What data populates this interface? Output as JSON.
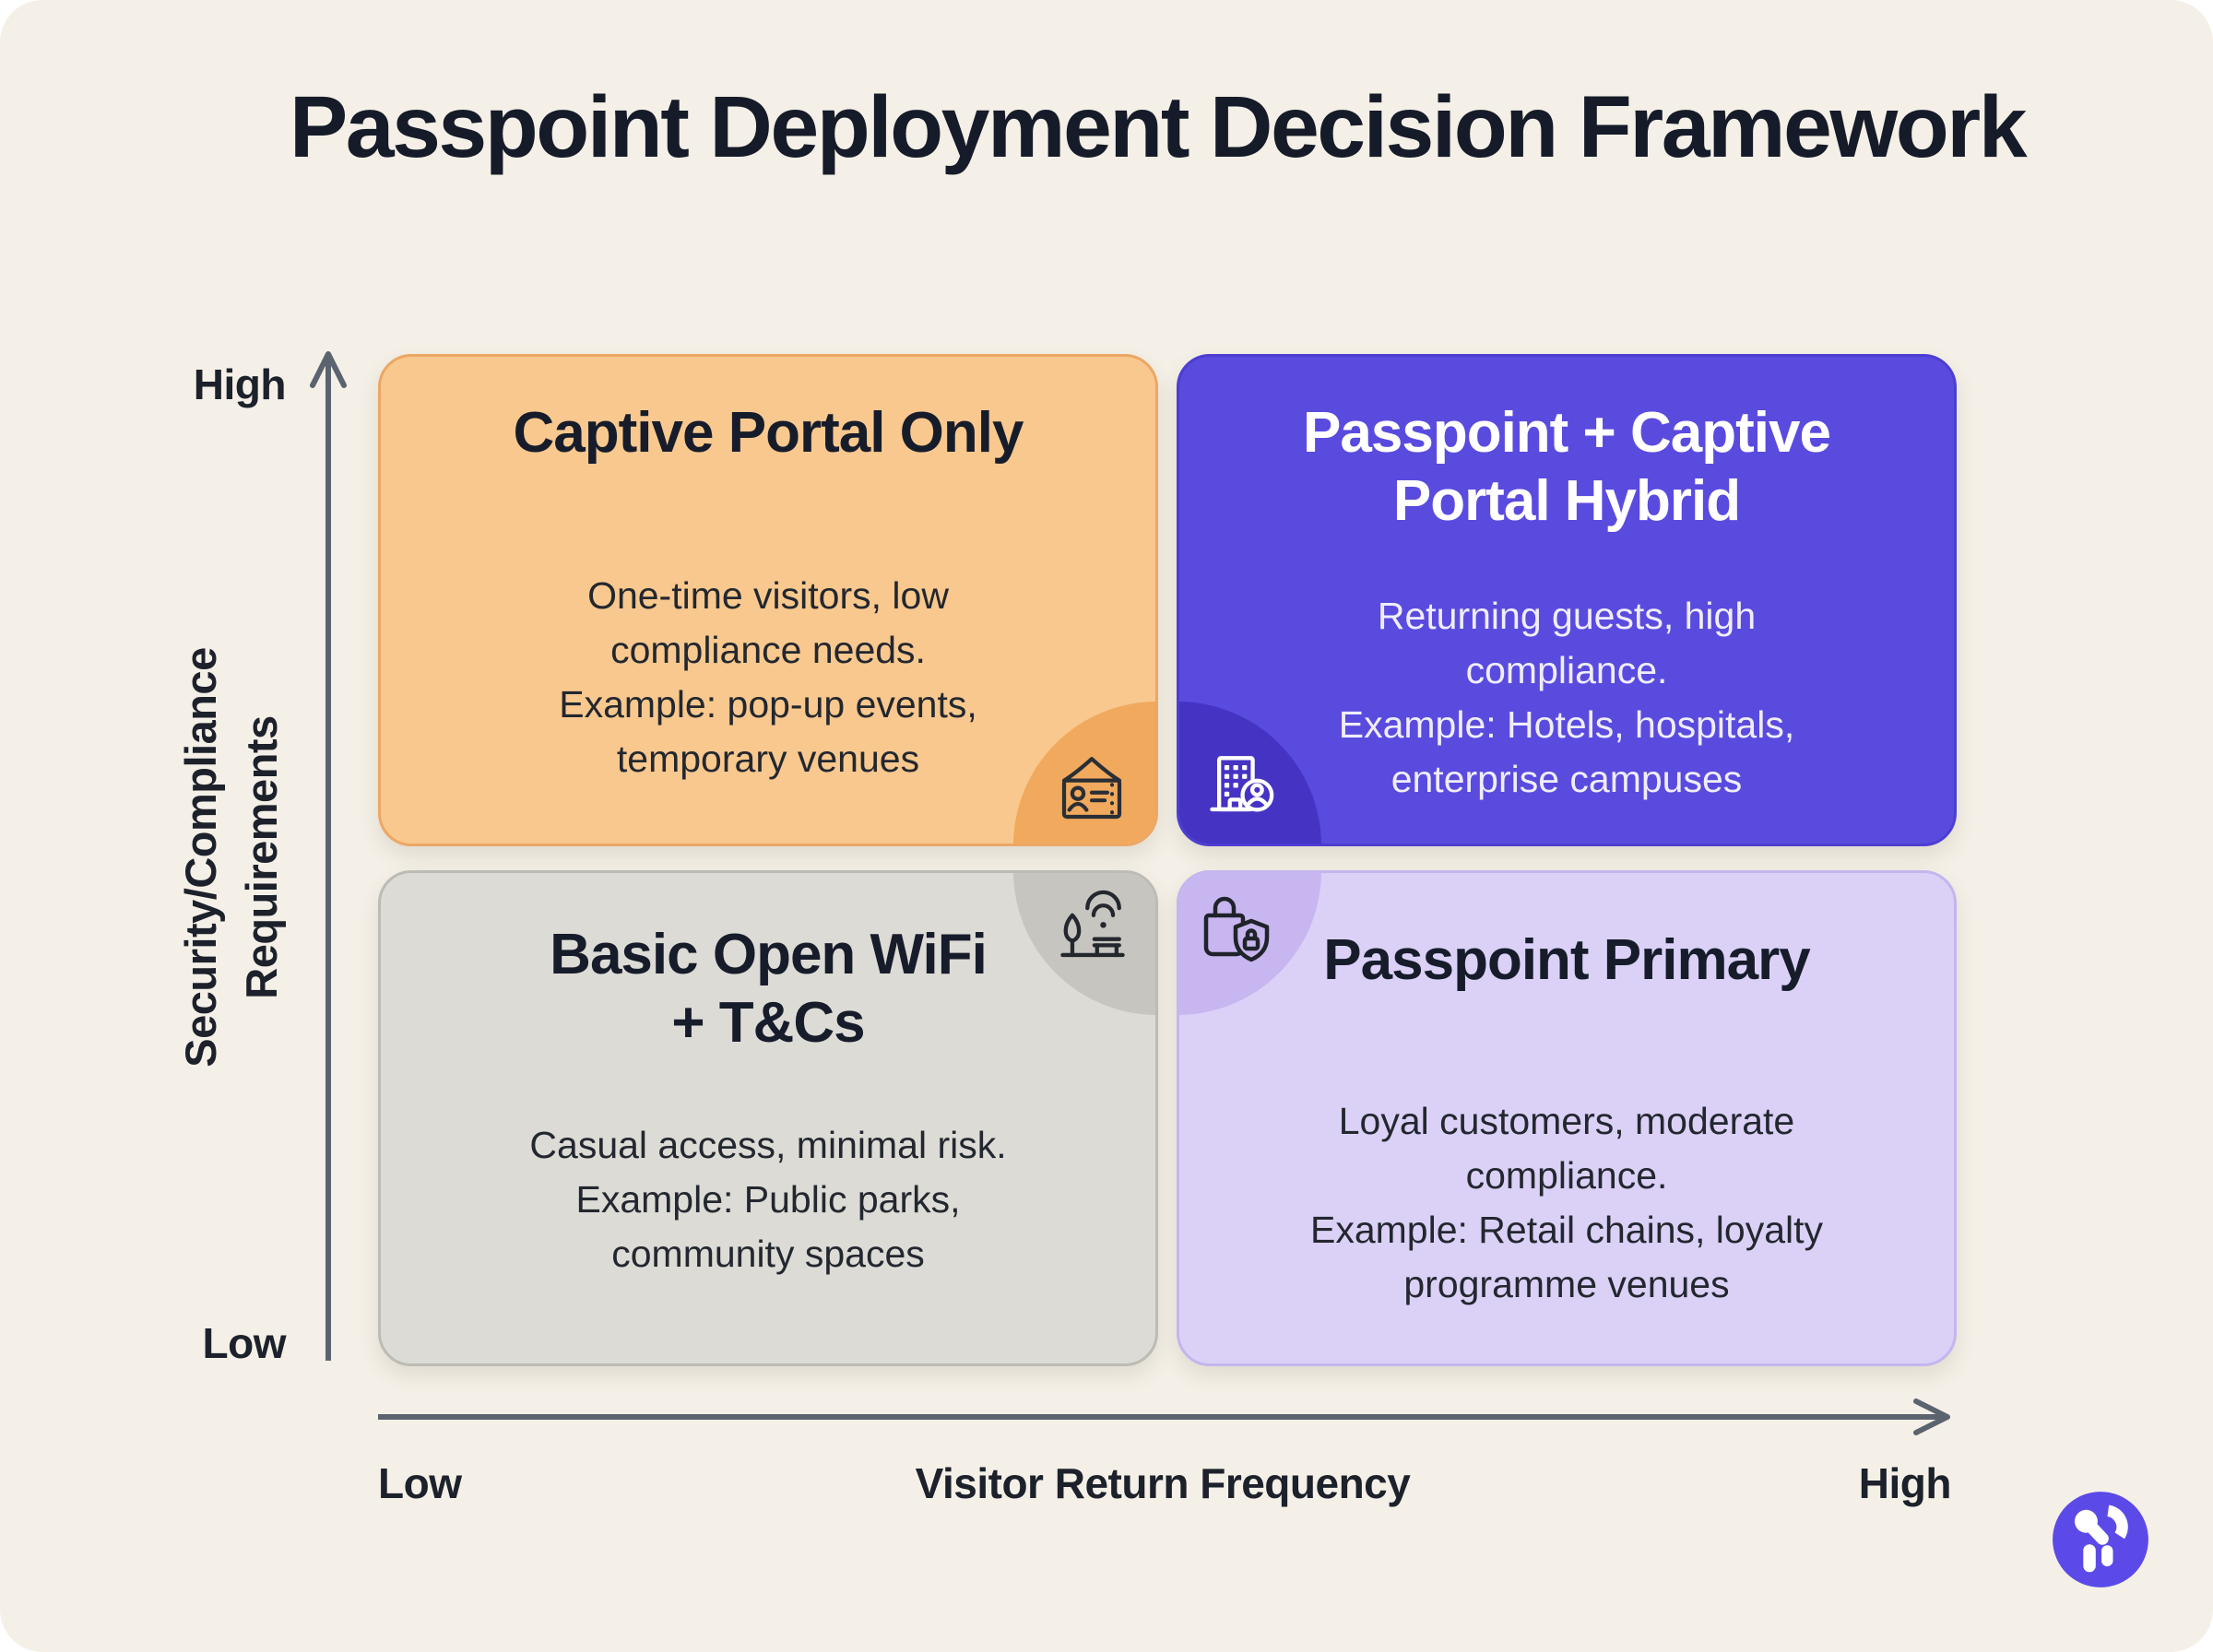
{
  "title": "Passpoint Deployment Decision Framework",
  "y_axis": {
    "title": "Security/Compliance\nRequirements",
    "top_label": "High",
    "bottom_label": "Low"
  },
  "x_axis": {
    "title": "Visitor Return Frequency",
    "left_label": "Low",
    "right_label": "High"
  },
  "quadrants": [
    {
      "position": "top-left",
      "title": "Captive Portal Only",
      "body": "One-time visitors, low\ncompliance needs.\nExample: pop-up events,\ntemporary venues",
      "icon": "event-badge-icon",
      "bg_color": "#f8c88e",
      "corner_color": "#f0a95d"
    },
    {
      "position": "top-right",
      "title": "Passpoint + Captive\nPortal Hybrid",
      "body": "Returning guests, high\ncompliance.\nExample: Hotels, hospitals,\nenterprise campuses",
      "icon": "building-user-icon",
      "bg_color": "#5a4bdf",
      "corner_color": "#4534c4"
    },
    {
      "position": "bottom-left",
      "title": "Basic Open WiFi\n+ T&Cs",
      "body": "Casual access, minimal risk.\nExample: Public parks,\ncommunity spaces",
      "icon": "park-wifi-icon",
      "bg_color": "#dcdbd5",
      "corner_color": "#c6c5bf"
    },
    {
      "position": "bottom-right",
      "title": "Passpoint Primary",
      "body": "Loyal customers, moderate\ncompliance.\nExample: Retail chains, loyalty\nprogramme venues",
      "icon": "bag-shield-icon",
      "bg_color": "#dbd1f7",
      "corner_color": "#c8b6f0"
    }
  ],
  "logo": {
    "icon": "passpoint-logo",
    "color": "#5b4ae8"
  },
  "colors": {
    "background": "#f4f0e7",
    "axis": "#5b636e",
    "title_text": "#161b29"
  }
}
